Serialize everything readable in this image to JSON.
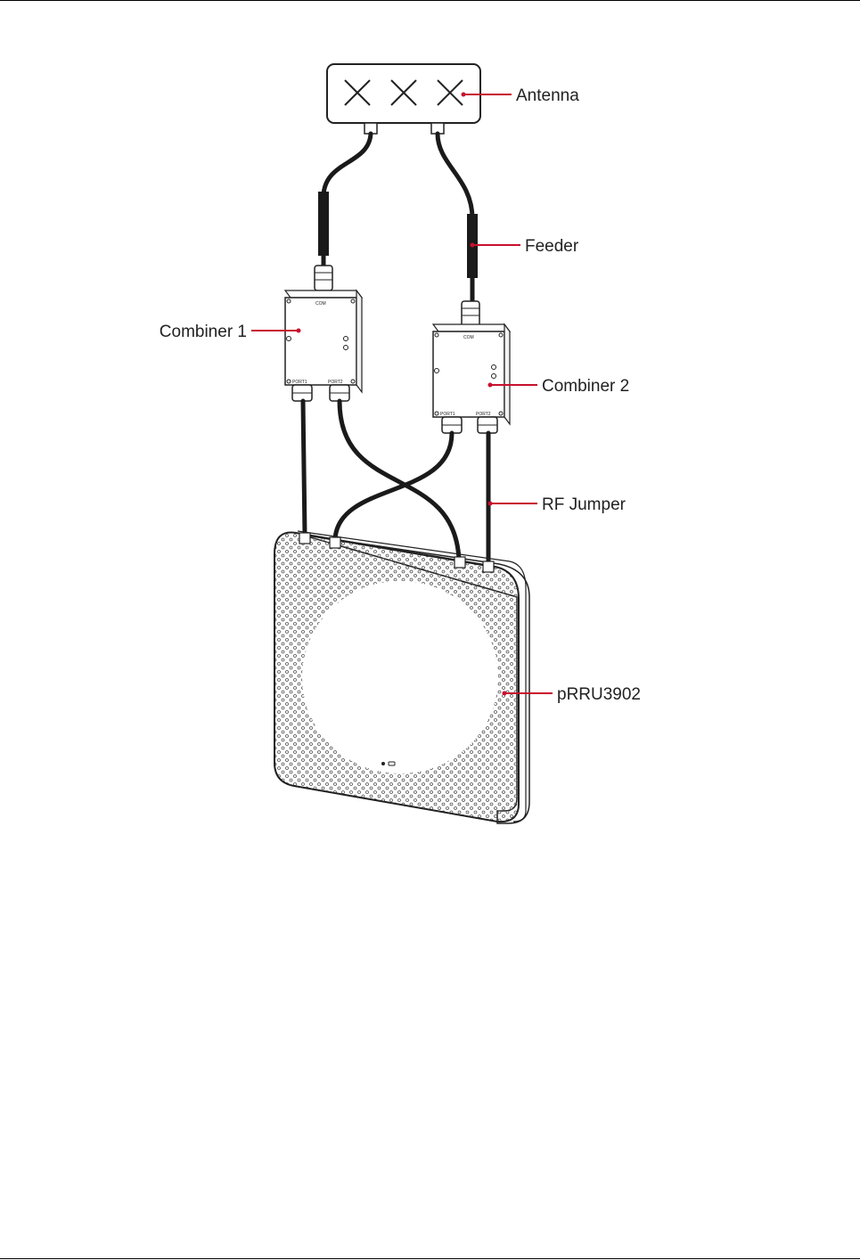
{
  "labels": {
    "antenna": "Antenna",
    "feeder": "Feeder",
    "combiner1": "Combiner 1",
    "combiner2": "Combiner 2",
    "rf_jumper": "RF Jumper",
    "prru": "pRRU3902"
  },
  "colors": {
    "leader": "#c8102e",
    "cable": "#1a1a1a",
    "outline": "#222222"
  }
}
